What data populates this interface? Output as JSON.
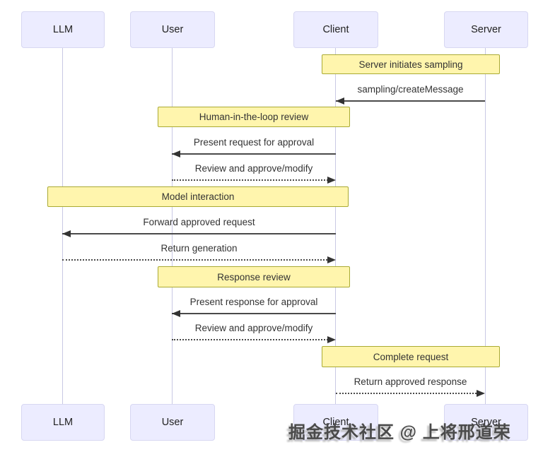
{
  "diagram": {
    "type": "sequence",
    "actors": [
      {
        "id": "llm",
        "label": "LLM"
      },
      {
        "id": "user",
        "label": "User"
      },
      {
        "id": "client",
        "label": "Client"
      },
      {
        "id": "server",
        "label": "Server"
      }
    ],
    "notes": [
      {
        "text": "Server initiates sampling",
        "over": [
          "Client",
          "Server"
        ]
      },
      {
        "text": "Human-in-the-loop review",
        "over": [
          "User",
          "Client"
        ]
      },
      {
        "text": "Model interaction",
        "over": [
          "LLM",
          "Client"
        ]
      },
      {
        "text": "Response review",
        "over": [
          "User",
          "Client"
        ]
      },
      {
        "text": "Complete request",
        "over": [
          "Client",
          "Server"
        ]
      }
    ],
    "messages": [
      {
        "text": "sampling/createMessage",
        "from": "Server",
        "to": "Client",
        "line": "solid"
      },
      {
        "text": "Present request for approval",
        "from": "Client",
        "to": "User",
        "line": "solid"
      },
      {
        "text": "Review and approve/modify",
        "from": "User",
        "to": "Client",
        "line": "dotted"
      },
      {
        "text": "Forward approved request",
        "from": "Client",
        "to": "LLM",
        "line": "solid"
      },
      {
        "text": "Return generation",
        "from": "LLM",
        "to": "Client",
        "line": "dotted"
      },
      {
        "text": "Present response for approval",
        "from": "Client",
        "to": "User",
        "line": "solid"
      },
      {
        "text": "Review and approve/modify",
        "from": "User",
        "to": "Client",
        "line": "dotted"
      },
      {
        "text": "Return approved response",
        "from": "Client",
        "to": "Server",
        "line": "dotted"
      }
    ],
    "colors": {
      "actor_fill": "#ECECFF",
      "actor_border": "#D7D7F2",
      "note_fill": "#FFF5AD",
      "note_border": "#AAAA33",
      "lifeline": "#C9C9E4",
      "message_line": "#4A4A4A",
      "text": "#333333"
    }
  },
  "watermark": {
    "text": "掘金技术社区 @ 上将邢道荣"
  }
}
